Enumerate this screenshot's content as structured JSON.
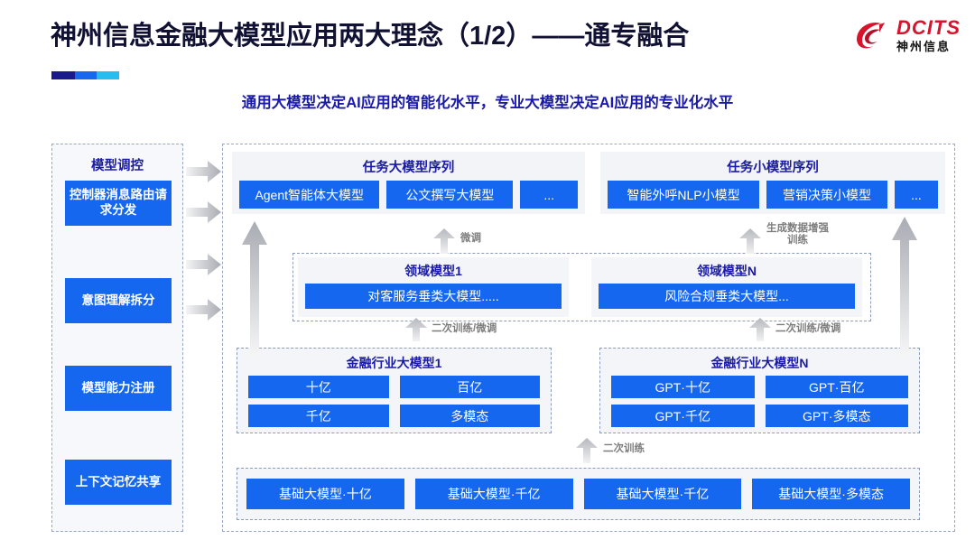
{
  "header": {
    "title": "神州信息金融大模型应用两大理念（1/2）——通专融合",
    "subtitle": "通用大模型决定AI应用的智能化水平，专业大模型决定AI应用的专业化水平",
    "logo_en": "DCITS",
    "logo_cn": "神州信息",
    "accent_colors": [
      "#1a1a8c",
      "#1767ef",
      "#27bdf0"
    ]
  },
  "colors": {
    "blue_box": "#1667ef",
    "title_navy": "#111133",
    "heading_blue": "#1a1aa8",
    "panel_gray": "#f2f4f8",
    "arrow_gray": "#b9bcc2",
    "logo_red": "#d8142d"
  },
  "control_column": {
    "title": "模型调控",
    "items": [
      {
        "label": "控制器消息路由请求分发"
      },
      {
        "label": "意图理解拆分"
      },
      {
        "label": "模型能力注册"
      },
      {
        "label": "上下文记忆共享"
      }
    ]
  },
  "task_sequences": [
    {
      "title": "任务大模型序列",
      "chips": [
        "Agent智能体大模型",
        "公文撰写大模型",
        "..."
      ]
    },
    {
      "title": "任务小模型序列",
      "chips": [
        "智能外呼NLP小模型",
        "营销决策小模型",
        "..."
      ]
    }
  ],
  "domain_models": [
    {
      "title": "领域模型1",
      "box": "对客服务垂类大模型....."
    },
    {
      "title": "领域模型N",
      "box": "风险合规垂类大模型..."
    }
  ],
  "industry_models": [
    {
      "title": "金融行业大模型1",
      "cells": [
        "十亿",
        "百亿",
        "千亿",
        "多模态"
      ]
    },
    {
      "title": "金融行业大模型N",
      "cells": [
        "GPT·十亿",
        "GPT·百亿",
        "GPT·千亿",
        "GPT·多模态"
      ]
    }
  ],
  "base_models": {
    "cells": [
      "基础大模型·十亿",
      "基础大模型·千亿",
      "基础大模型·千亿",
      "基础大模型·多模态"
    ]
  },
  "arrow_labels": {
    "fine_tune": "微调",
    "gen_data_aug_l1": "生成数据增强",
    "gen_data_aug_l2": "训练",
    "second_train_tune_left": "二次训练/微调",
    "second_train_tune_right": "二次训练/微调",
    "second_train": "二次训练"
  }
}
